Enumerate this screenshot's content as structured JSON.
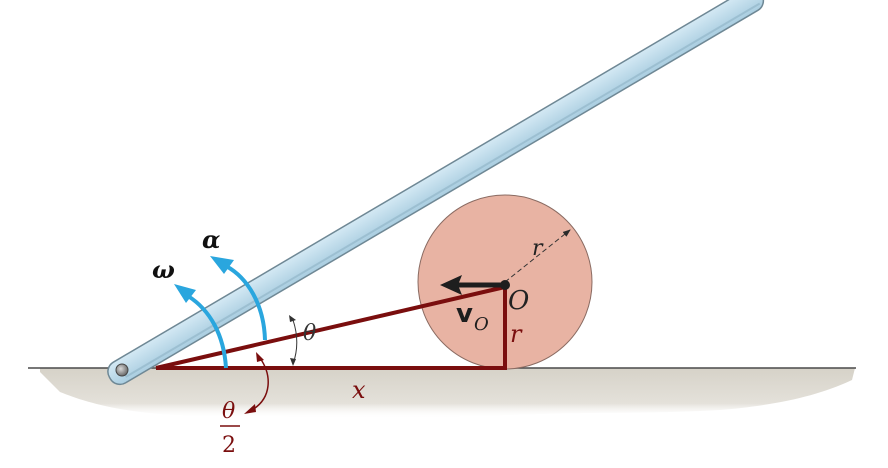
{
  "diagram": {
    "type": "mechanics-free-body",
    "description": "Bar leaning on rolling cylinder, pinned at ground",
    "colors": {
      "bar_fill": "#b9d9ea",
      "bar_stroke": "#6f8895",
      "cylinder_fill": "#e8b3a3",
      "cylinder_stroke": "#8a6b62",
      "ground_fill": "#dcd8cf",
      "ground_line": "#4a4a4a",
      "geometry_lines": "#7a0e0e",
      "angular_arrows": "#2aa6de",
      "velocity_arrow": "#1e1e1e"
    },
    "labels": {
      "omega": "ω",
      "alpha": "α",
      "theta": "θ",
      "theta_half_num": "θ",
      "theta_half_den": "2",
      "x": "x",
      "r_radius": "r",
      "r_vertical": "r",
      "center": "O",
      "velocity": "v",
      "velocity_sub": "O"
    }
  }
}
